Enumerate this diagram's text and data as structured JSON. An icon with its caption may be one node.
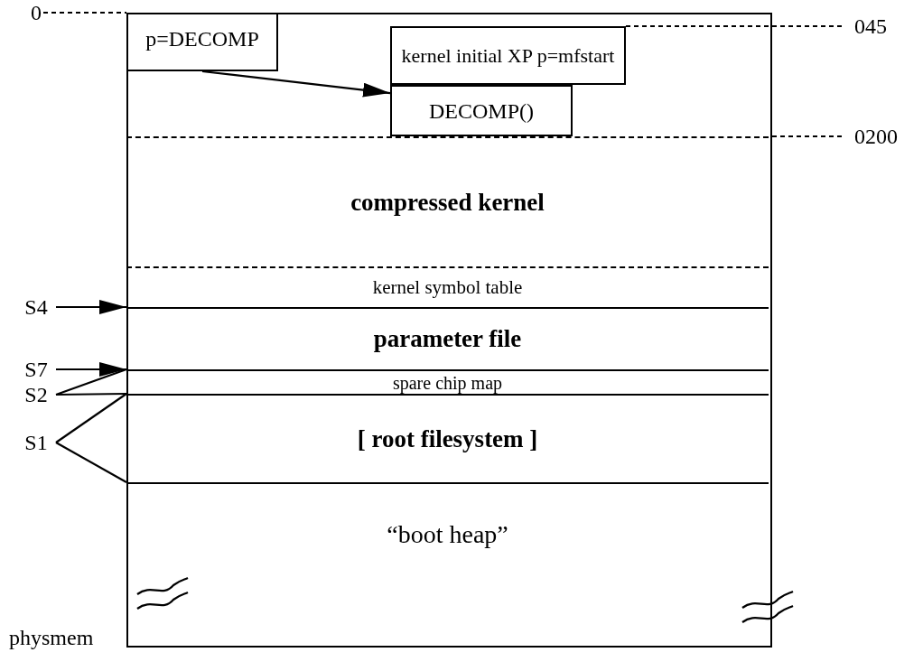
{
  "diagram": {
    "nodes": [
      {
        "text": [],
        "shape": "box"
      },
      {
        "text": [
          "p=DECOMP"
        ],
        "in": 0
      },
      {
        "text": [
          "kernel initial XP p=mfstart"
        ],
        "in": 0
      },
      {
        "text": [
          "DECOMP()"
        ],
        "in": 0
      },
      {
        "text": [
          "compressed kernel"
        ],
        "in": 0
      },
      {
        "text": [
          "kernel symbol table"
        ],
        "in": 0
      },
      {
        "text": [
          "parameter file"
        ],
        "in": 0
      },
      {
        "text": [
          "spare chip map"
        ],
        "in": 0
      },
      {
        "text": [
          "[ root filesystem ]"
        ],
        "in": 0
      },
      {
        "text": [
          "“boot heap”"
        ],
        "in": 0
      },
      {
        "text": [
          "S4"
        ]
      },
      {
        "text": [
          "S7"
        ]
      },
      {
        "text": [
          "S2"
        ]
      },
      {
        "text": [
          "S1"
        ]
      }
    ],
    "edges": [
      {
        "from": 1,
        "to": 3,
        "arrow": "to"
      },
      {
        "from": 10,
        "to": 6,
        "arrow": "to"
      },
      {
        "from": 11,
        "to": 7,
        "arrow": "to"
      },
      {
        "from": 12,
        "to": 7,
        "arrow": "none"
      },
      {
        "from": 12,
        "to": 7,
        "arrow": "none"
      },
      {
        "from": 13,
        "to": 8,
        "arrow": "none"
      },
      {
        "from": 13,
        "to": 8,
        "arrow": "none"
      }
    ],
    "labels": [
      "0",
      "045",
      "0200",
      "physmem"
    ]
  }
}
